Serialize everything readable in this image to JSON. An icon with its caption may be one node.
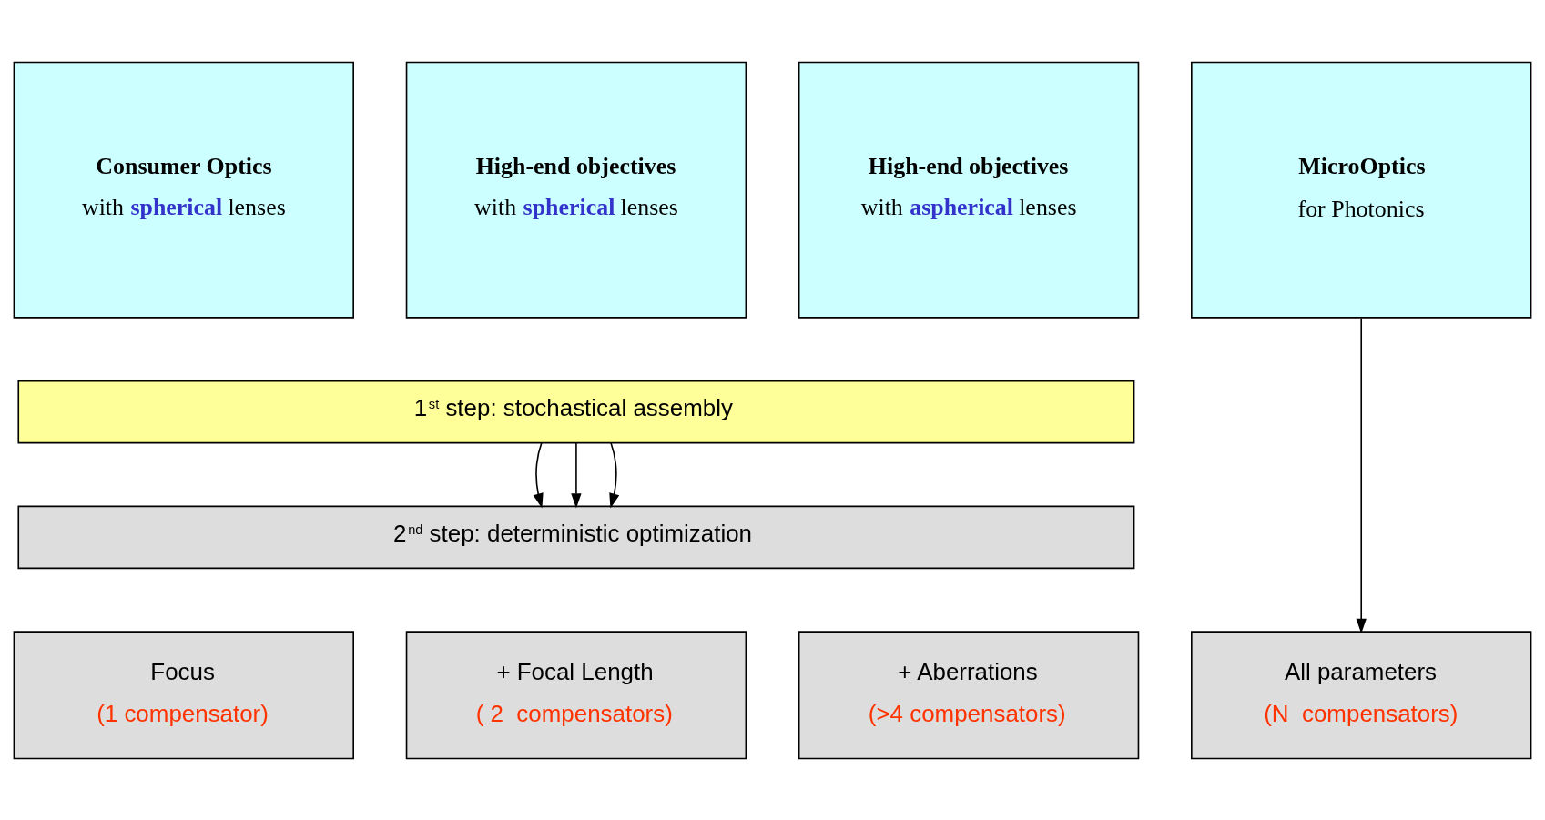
{
  "diagram": {
    "nodes": [
      {
        "text": [
          "Consumer Optics",
          "with **spherical** lenses"
        ]
      },
      {
        "text": [
          "High-end objectives",
          "with **spherical** lenses"
        ]
      },
      {
        "text": [
          "High-end objectives",
          "with **aspherical** lenses"
        ]
      },
      {
        "text": [
          "MicroOptics",
          "for Photonics"
        ]
      },
      {
        "text": [
          "1$^{st}$ step: stochastical assembly"
        ]
      },
      {
        "text": [
          "2$^{nd}$ step: deterministic optimization"
        ]
      },
      {
        "text": [
          "Focus",
          "(1 compensator)"
        ]
      },
      {
        "text": [
          "+ Focal Length",
          "( 2  compensators)"
        ]
      },
      {
        "text": [
          "+ Aberrations",
          "(>4 compensators)"
        ]
      },
      {
        "text": [
          "All parameters",
          "(N  compensators)"
        ]
      }
    ],
    "edges": [
      {
        "from": 4,
        "to": 5,
        "arrow": "to"
      },
      {
        "from": 4,
        "to": 5,
        "arrow": "to"
      },
      {
        "from": 4,
        "to": 5,
        "arrow": "to"
      },
      {
        "from": 3,
        "to": 9,
        "arrow": "to"
      }
    ]
  }
}
